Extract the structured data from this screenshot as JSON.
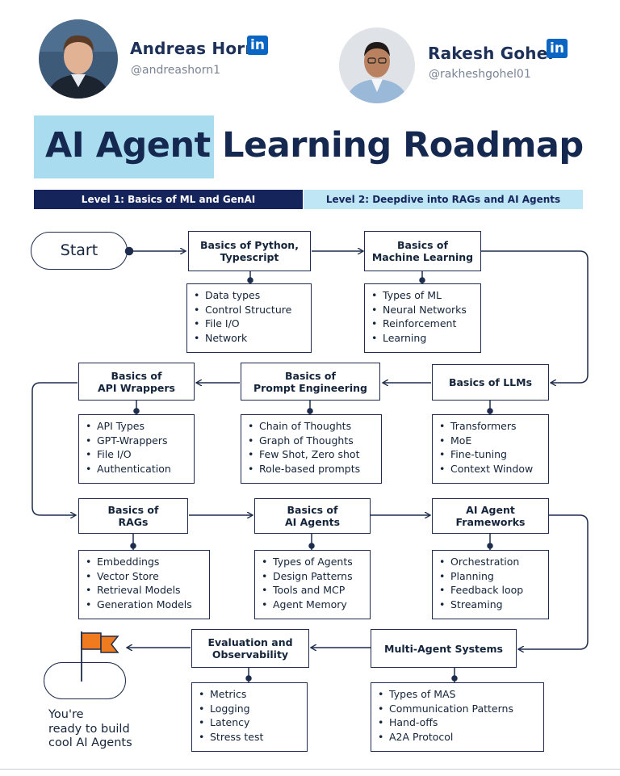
{
  "authors": [
    {
      "name": "Andreas Horn",
      "handle": "@andreashorn1",
      "badge": "in"
    },
    {
      "name": "Rakesh Gohel",
      "handle": "@rakheshgohel01",
      "badge": "in"
    }
  ],
  "title": {
    "highlight": "AI Agent",
    "rest": "Learning Roadmap"
  },
  "levels": {
    "level1": "Level 1: Basics of ML and GenAI",
    "level2": "Level 2: Deepdive into RAGs and AI Agents"
  },
  "start_label": "Start",
  "nodes": {
    "python": {
      "title": [
        "Basics of Python,",
        "Typescript"
      ],
      "items": [
        "Data types",
        "Control Structure",
        "File I/O",
        "Network"
      ]
    },
    "ml": {
      "title": [
        "Basics of",
        "Machine Learning"
      ],
      "items": [
        "Types of ML",
        "Neural Networks",
        "Reinforcement",
        "Learning"
      ]
    },
    "llms": {
      "title": [
        "Basics of LLMs"
      ],
      "items": [
        "Transformers",
        "MoE",
        "Fine-tuning",
        "Context Window"
      ]
    },
    "prompt": {
      "title": [
        "Basics of",
        "Prompt Engineering"
      ],
      "items": [
        "Chain of Thoughts",
        "Graph of Thoughts",
        "Few Shot, Zero shot",
        "Role-based prompts"
      ]
    },
    "api": {
      "title": [
        "Basics of",
        "API Wrappers"
      ],
      "items": [
        "API Types",
        "GPT-Wrappers",
        "File I/O",
        "Authentication"
      ]
    },
    "rags": {
      "title": [
        "Basics of",
        "RAGs"
      ],
      "items": [
        "Embeddings",
        "Vector Store",
        "Retrieval Models",
        "Generation Models"
      ]
    },
    "agents": {
      "title": [
        "Basics of",
        "AI Agents"
      ],
      "items": [
        "Types of Agents",
        "Design Patterns",
        "Tools and MCP",
        "Agent Memory"
      ]
    },
    "frameworks": {
      "title": [
        "AI Agent",
        "Frameworks"
      ],
      "items": [
        "Orchestration",
        "Planning",
        "Feedback loop",
        "Streaming"
      ]
    },
    "mas": {
      "title": [
        "Multi-Agent Systems"
      ],
      "items": [
        "Types of MAS",
        "Communication Patterns",
        "Hand-offs",
        "A2A Protocol"
      ]
    },
    "eval": {
      "title": [
        "Evaluation and",
        "Observability"
      ],
      "items": [
        "Metrics",
        "Logging",
        "Latency",
        "Stress test"
      ]
    }
  },
  "finish": {
    "lines": [
      "You're",
      "ready to build",
      "cool AI Agents"
    ],
    "flag_color": "#f07b1e"
  },
  "colors": {
    "border": "#1e2d4d",
    "level1_bg": "#16245c",
    "level2_bg": "#bfe6f5",
    "title_highlight": "#a9dcef",
    "linkedin": "#0a66c2"
  }
}
